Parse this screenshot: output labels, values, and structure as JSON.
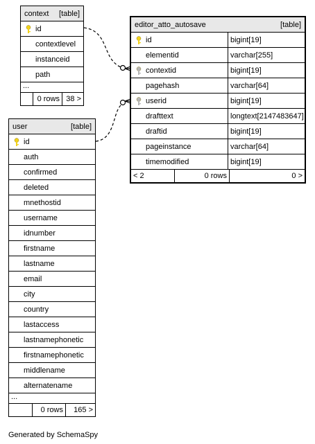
{
  "context_table": {
    "name": "context",
    "tag": "[table]",
    "columns": [
      "id",
      "contextlevel",
      "instanceid",
      "path"
    ],
    "ellipsis": "...",
    "footer": {
      "left": "",
      "rows": "0 rows",
      "right": "38 >"
    }
  },
  "user_table": {
    "name": "user",
    "tag": "[table]",
    "columns": [
      "id",
      "auth",
      "confirmed",
      "deleted",
      "mnethostid",
      "username",
      "idnumber",
      "firstname",
      "lastname",
      "email",
      "city",
      "country",
      "lastaccess",
      "lastnamephonetic",
      "firstnamephonetic",
      "middlename",
      "alternatename"
    ],
    "ellipsis": "...",
    "footer": {
      "left": "",
      "rows": "0 rows",
      "right": "165 >"
    }
  },
  "editor_table": {
    "name": "editor_atto_autosave",
    "tag": "[table]",
    "columns": [
      {
        "name": "id",
        "type": "bigint[19]",
        "key": "primary"
      },
      {
        "name": "elementid",
        "type": "varchar[255]",
        "key": ""
      },
      {
        "name": "contextid",
        "type": "bigint[19]",
        "key": "foreign"
      },
      {
        "name": "pagehash",
        "type": "varchar[64]",
        "key": ""
      },
      {
        "name": "userid",
        "type": "bigint[19]",
        "key": "foreign"
      },
      {
        "name": "drafttext",
        "type": "longtext[2147483647]",
        "key": ""
      },
      {
        "name": "draftid",
        "type": "bigint[19]",
        "key": ""
      },
      {
        "name": "pageinstance",
        "type": "varchar[64]",
        "key": ""
      },
      {
        "name": "timemodified",
        "type": "bigint[19]",
        "key": ""
      }
    ],
    "footer": {
      "left": "< 2",
      "rows": "0 rows",
      "right": "0 >"
    }
  },
  "colors": {
    "primary_key": "#f2d21b",
    "foreign_key": "#b5b5b5",
    "header_bg": "#e8e8e8"
  },
  "credit": "Generated by SchemaSpy"
}
